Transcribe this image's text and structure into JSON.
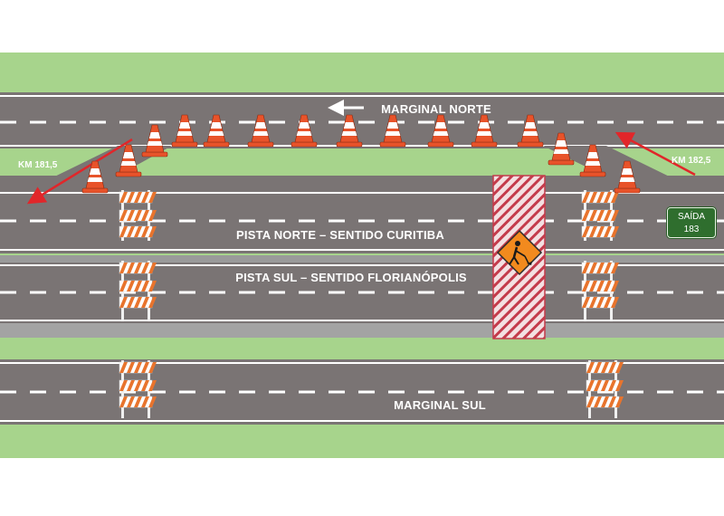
{
  "roads": {
    "marginal_norte": "MARGINAL NORTE",
    "pista_norte": "PISTA NORTE – SENTIDO CURITIBA",
    "pista_sul": "PISTA SUL – SENTIDO FLORIANÓPOLIS",
    "marginal_sul": "MARGINAL SUL"
  },
  "markers": {
    "km_left": "KM 181,5",
    "km_right": "KM 182,5"
  },
  "exit_sign": {
    "line1": "SAÍDA",
    "line2": "183"
  },
  "icons": {
    "cone": "traffic-cone-icon",
    "barrier": "striped-barricade-icon",
    "work_sign": "men-at-work-sign-icon",
    "arrow": "direction-arrow-icon"
  },
  "colors": {
    "grass": "#a7d48c",
    "asphalt": "#7a7474",
    "lane_line": "#ffffff",
    "cone": "#e8532a",
    "barrier_orange": "#e8742d",
    "work_zone": "#c43b4b",
    "work_sign": "#f28a1e",
    "arrow_red": "#e1262a",
    "exit_green": "#2f6e2e"
  }
}
